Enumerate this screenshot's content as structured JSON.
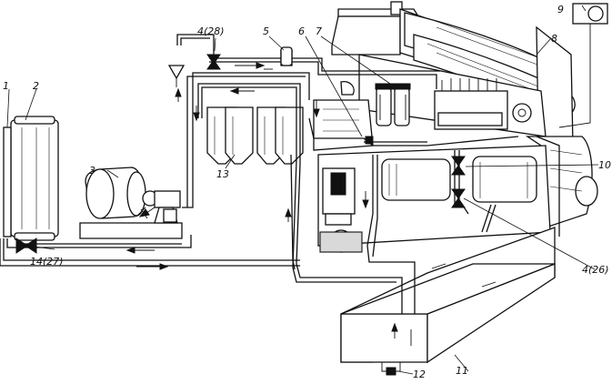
{
  "diagram": {
    "callouts": {
      "c1": "1",
      "c2": "2",
      "c3": "3",
      "c4_top": "4(28)",
      "c5": "5",
      "c6": "6",
      "c7": "7",
      "c8": "8",
      "c9": "9",
      "c10": "10",
      "c11": "11",
      "c12": "12",
      "c13": "13",
      "c14": "14(27)",
      "c4_right": "4(26)"
    }
  }
}
